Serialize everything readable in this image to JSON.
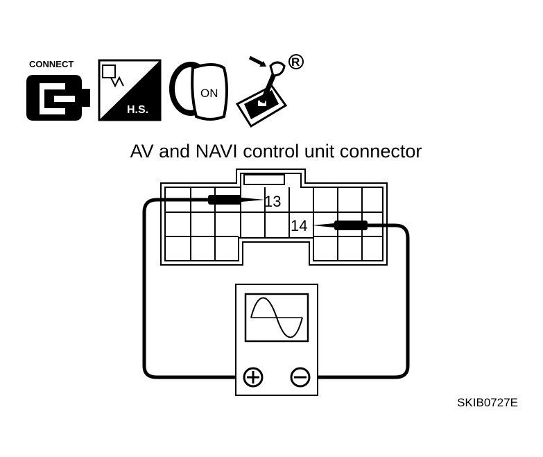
{
  "icons": {
    "connect_label": "CONNECT",
    "hs_label": "H.S.",
    "ignition_label": "ON",
    "registered_mark": "®",
    "names": [
      "connect-icon",
      "harness-side-icon",
      "ignition-on-icon",
      "shift-lever-icon"
    ]
  },
  "diagram": {
    "title": "AV and NAVI control unit connector",
    "pin_a": "13",
    "pin_b": "14",
    "positive_symbol": "+",
    "negative_symbol": "−",
    "figure_code": "SKIB0727E"
  },
  "colors": {
    "ink": "#000000",
    "paper": "#ffffff"
  }
}
